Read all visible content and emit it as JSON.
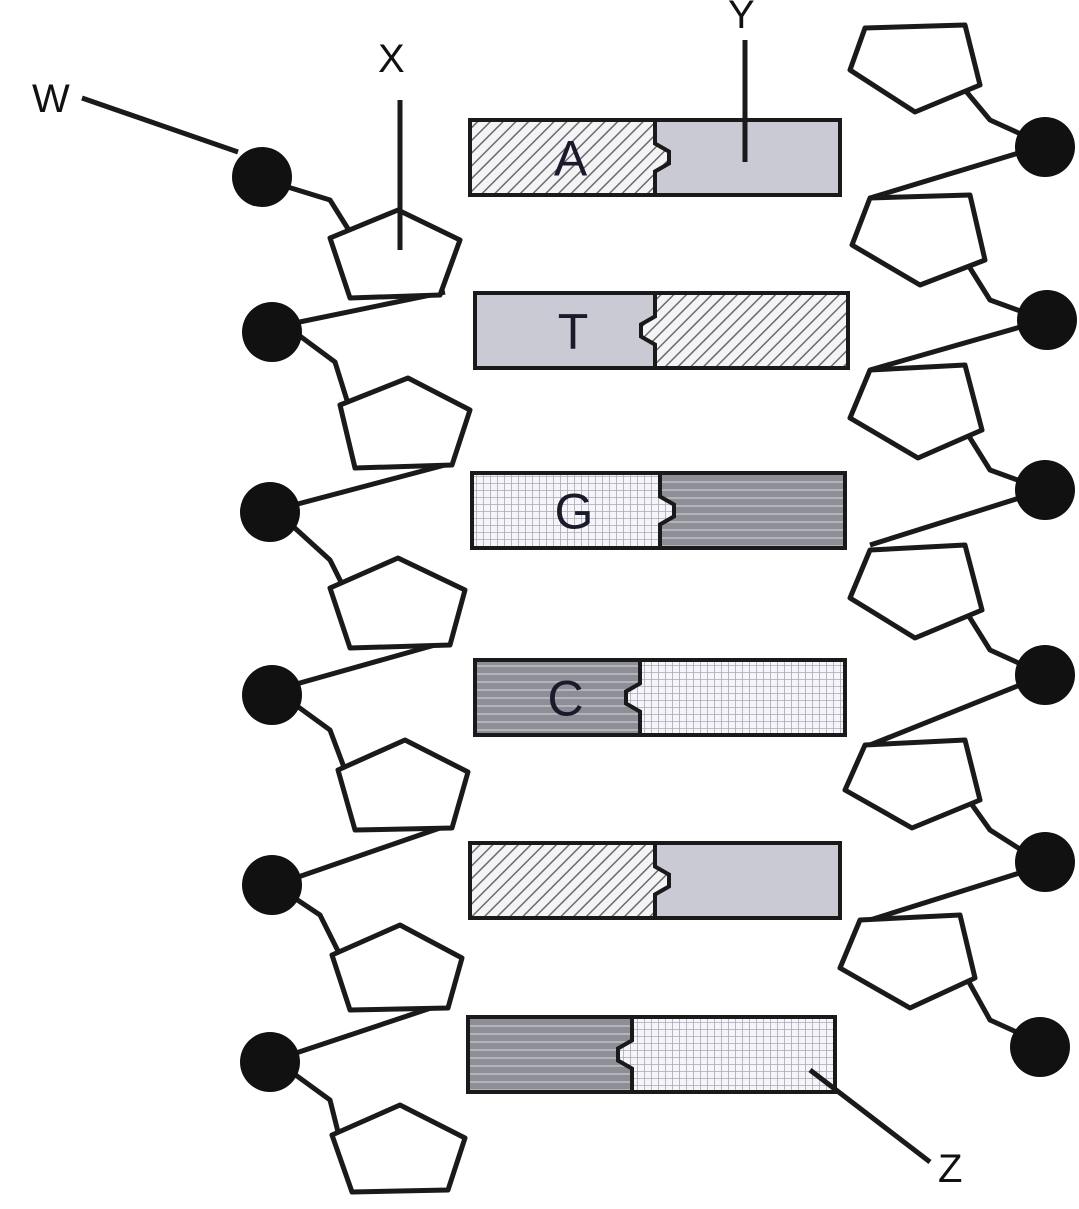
{
  "labels": {
    "w": "W",
    "x": "X",
    "y": "Y",
    "z": "Z"
  },
  "base_pairs": [
    {
      "left_letter": "A",
      "left_type": "A",
      "right_type": "T"
    },
    {
      "left_letter": "T",
      "left_type": "T",
      "right_type": "A"
    },
    {
      "left_letter": "G",
      "left_type": "G",
      "right_type": "C"
    },
    {
      "left_letter": "C",
      "left_type": "C",
      "right_type": "G"
    },
    {
      "left_letter": "",
      "left_type": "A",
      "right_type": "T"
    },
    {
      "left_letter": "",
      "left_type": "C",
      "right_type": "G"
    }
  ],
  "colors": {
    "A": "#d6d6d6",
    "T": "#c9cad4",
    "G": "#f2f2f5",
    "C": "#8f8f97",
    "outline": "#1a1a1a",
    "phosphate": "#111111"
  }
}
